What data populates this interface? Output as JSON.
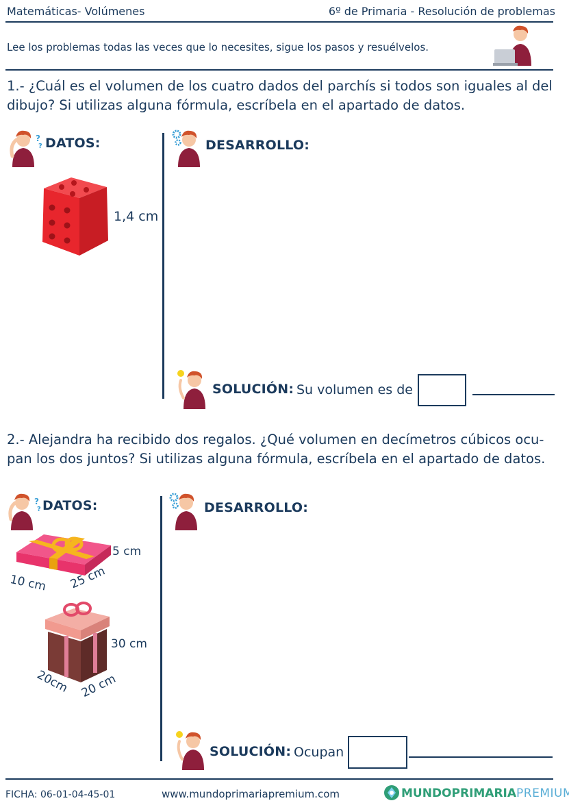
{
  "header": {
    "left": "Matemáticas- Volúmenes",
    "right": "6º de Primaria - Resolución de problemas"
  },
  "instructions": "Lee los problemas todas las veces que lo necesites, sigue los pasos y resuélvelos.",
  "problem1": {
    "line1": "1.- ¿Cuál es el volumen de los cuatro dados del parchís si todos son iguales al del",
    "line2": "dibujo? Si utilizas alguna fórmula, escríbela en el apartado de datos.",
    "datos_label": "DATOS:",
    "desarrollo_label": "DESARROLLO:",
    "measure": "1,4 cm",
    "solucion_label": "SOLUCIÓN:",
    "solucion_text": "Su volumen es de"
  },
  "problem2": {
    "line1": "2.- Alejandra ha recibido dos regalos. ¿Qué volumen en decímetros cúbicos ocu-",
    "line2": "pan los dos juntos? Si utilizas alguna fórmula, escríbela en el apartado de datos.",
    "datos_label": "DATOS:",
    "desarrollo_label": "DESARROLLO:",
    "gift1": {
      "height": "5 cm",
      "width": "10 cm",
      "length": "25 cm"
    },
    "gift2": {
      "height": "30 cm",
      "width": "20cm",
      "length": "20 cm"
    },
    "solucion_label": "SOLUCIÓN:",
    "solucion_text": "Ocupan"
  },
  "footer": {
    "ficha": "FICHA:  06-01-04-45-01",
    "url": "www.mundoprimariapremium.com",
    "brand_mundo": "MUNDO",
    "brand_primaria": "PRIMARIA",
    "brand_premium": "PREMIUM"
  },
  "colors": {
    "text": "#1b3a5c",
    "die": "#e8262d",
    "gift1_box": "#e8336b",
    "gift1_ribbon": "#f6b51e",
    "gift2_lid": "#f19a8f",
    "gift2_box": "#7a3b36",
    "brand_green": "#2f9e77",
    "premium": "#5aaed6"
  }
}
